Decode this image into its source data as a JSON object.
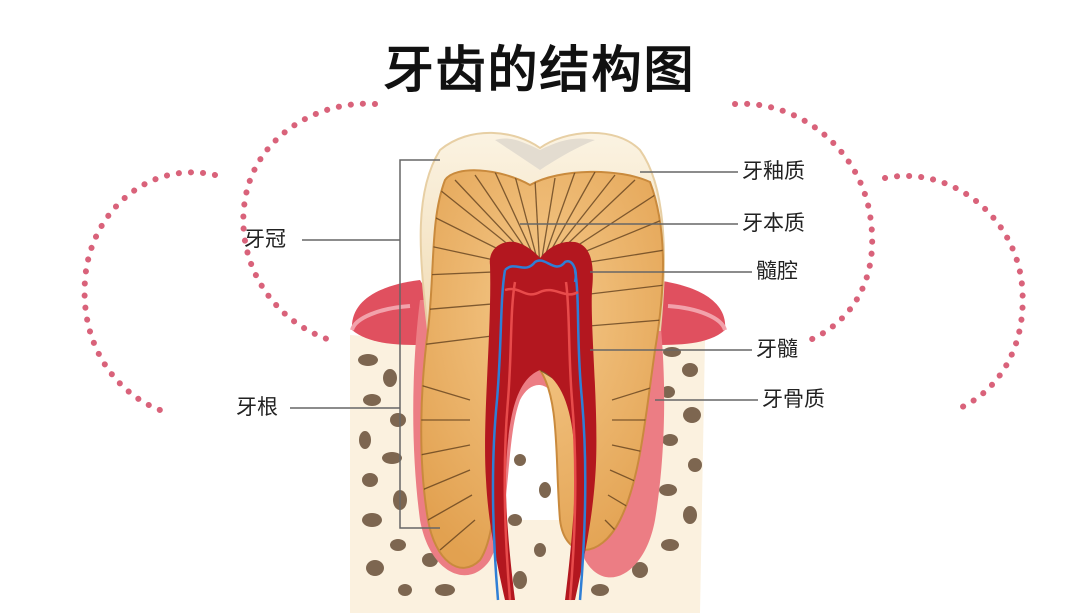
{
  "title": "牙齿的结构图",
  "labels": {
    "crown": "牙冠",
    "root": "牙根",
    "enamel": "牙釉质",
    "dentin": "牙本质",
    "pulp_cavity": "髓腔",
    "pulp": "牙髓",
    "cementum": "牙骨质"
  },
  "colors": {
    "dots": "#d9627a",
    "enamel": "#f6e9cf",
    "dentin": "#e9b063",
    "pulp": "#b3171f",
    "gum": "#e0505f",
    "bone": "#7d6650",
    "vessel": "#2f7fd6"
  }
}
